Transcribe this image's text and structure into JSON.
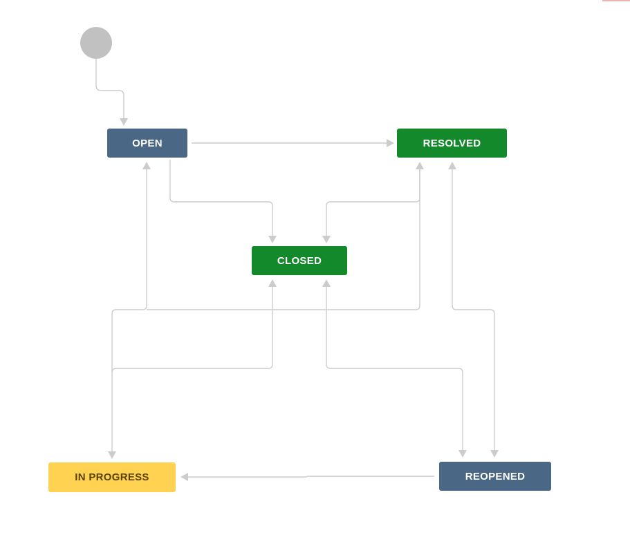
{
  "diagram": {
    "statuses": [
      {
        "id": "open",
        "label": "OPEN",
        "bg": "#4a6785",
        "fg": "#ffffff"
      },
      {
        "id": "resolved",
        "label": "RESOLVED",
        "bg": "#14892c",
        "fg": "#ffffff"
      },
      {
        "id": "closed",
        "label": "CLOSED",
        "bg": "#14892c",
        "fg": "#ffffff"
      },
      {
        "id": "inprogress",
        "label": "IN PROGRESS",
        "bg": "#ffd351",
        "fg": "#594300"
      },
      {
        "id": "reopened",
        "label": "REOPENED",
        "bg": "#4a6785",
        "fg": "#ffffff"
      }
    ],
    "transitions": [
      {
        "from": "start",
        "to": "open"
      },
      {
        "from": "open",
        "to": "resolved"
      },
      {
        "from": "open",
        "to": "closed"
      },
      {
        "from": "resolved",
        "to": "closed"
      },
      {
        "from": "inprogress",
        "to": "open"
      },
      {
        "from": "inprogress",
        "to": "resolved"
      },
      {
        "from": "inprogress",
        "to": "closed"
      },
      {
        "from": "resolved",
        "to": "reopened"
      },
      {
        "from": "reopened",
        "to": "resolved"
      },
      {
        "from": "closed",
        "to": "reopened"
      },
      {
        "from": "reopened",
        "to": "closed"
      },
      {
        "from": "reopened",
        "to": "inprogress"
      },
      {
        "from": "open",
        "to": "inprogress"
      }
    ],
    "colors": {
      "connector": "#cccccc",
      "start_node": "#c1c1c1"
    }
  }
}
